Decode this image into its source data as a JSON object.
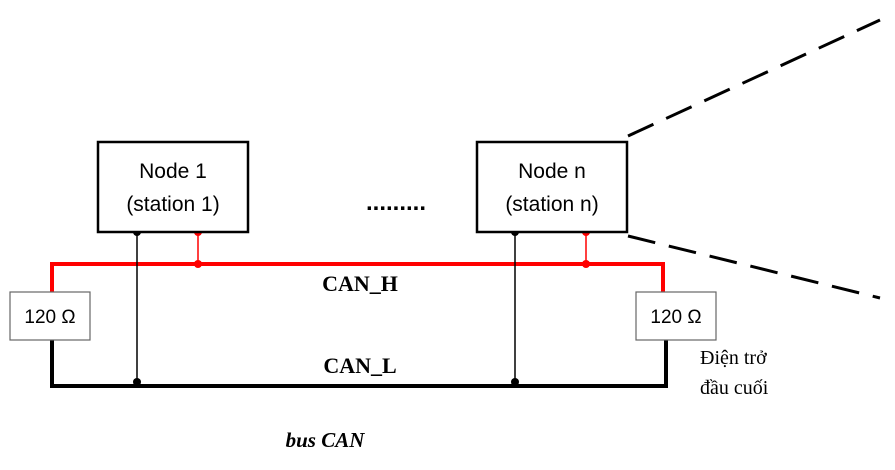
{
  "nodes": [
    {
      "name": "Node 1",
      "station": "(station 1)"
    },
    {
      "name": "Node n",
      "station": "(station n)"
    }
  ],
  "ellipsis": ".........",
  "bus": {
    "high_label": "CAN_H",
    "low_label": "CAN_L",
    "caption": "bus CAN"
  },
  "resistors": {
    "left_value": "120 Ω",
    "right_value": "120 Ω",
    "note_line1": "Điện trở",
    "note_line2": "đầu cuối"
  },
  "colors": {
    "can_h": "#ff0000",
    "can_l": "#000000",
    "box_border": "#000000",
    "box_fill": "#ffffff",
    "resistor_border": "#666666",
    "text": "#000000"
  }
}
